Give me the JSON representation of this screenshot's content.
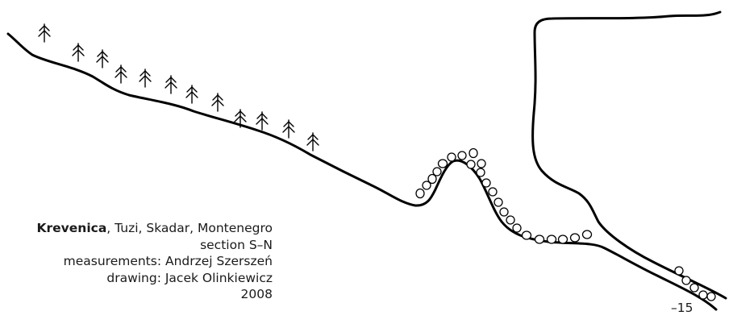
{
  "caption": {
    "site_name": "Krevenica",
    "location": ", Tuzi, Skadar, Montenegro",
    "section": "section S–N",
    "measurements": "measurements: Andrzej Szerszeń",
    "drawing": "drawing: Jacek Olinkiewicz",
    "year": "2008"
  },
  "depth_label": "–15",
  "colors": {
    "line": "#000000",
    "background": "#ffffff"
  },
  "icons": {
    "tree": "conifer-tree-icon",
    "boulder": "boulder-icon"
  }
}
